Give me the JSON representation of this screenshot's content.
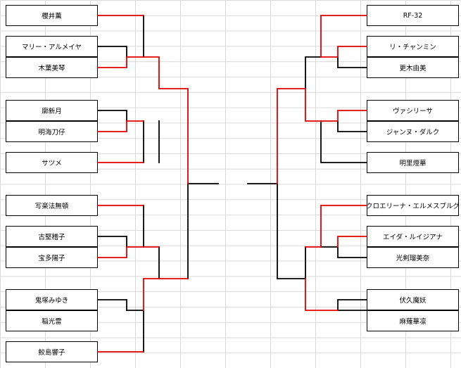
{
  "bracket": {
    "left": {
      "players": [
        "櫻井薫",
        "マリー・アルメイヤ",
        "木葉美琴",
        "廓新月",
        "明海刀仔",
        "サツメ",
        "写楽法無頓",
        "古堅稽子",
        "宝多陽子",
        "鬼塚みゆき",
        "稲光雷",
        "鮫島響子"
      ]
    },
    "right": {
      "players": [
        "RF-32",
        "リ・チャンミン",
        "更木由美",
        "ヴァシリーサ",
        "ジャンヌ・ダルク",
        "明里燈華",
        "クロエリーナ・エルメスブルグ",
        "エイダ・ルイジアナ",
        "光剣瑠美奈",
        "伏久魔妖",
        "麻薙華凛"
      ]
    }
  },
  "colors": {
    "winner_line": "#e00000",
    "normal_line": "#000000",
    "grid": "#d9d9d9"
  }
}
